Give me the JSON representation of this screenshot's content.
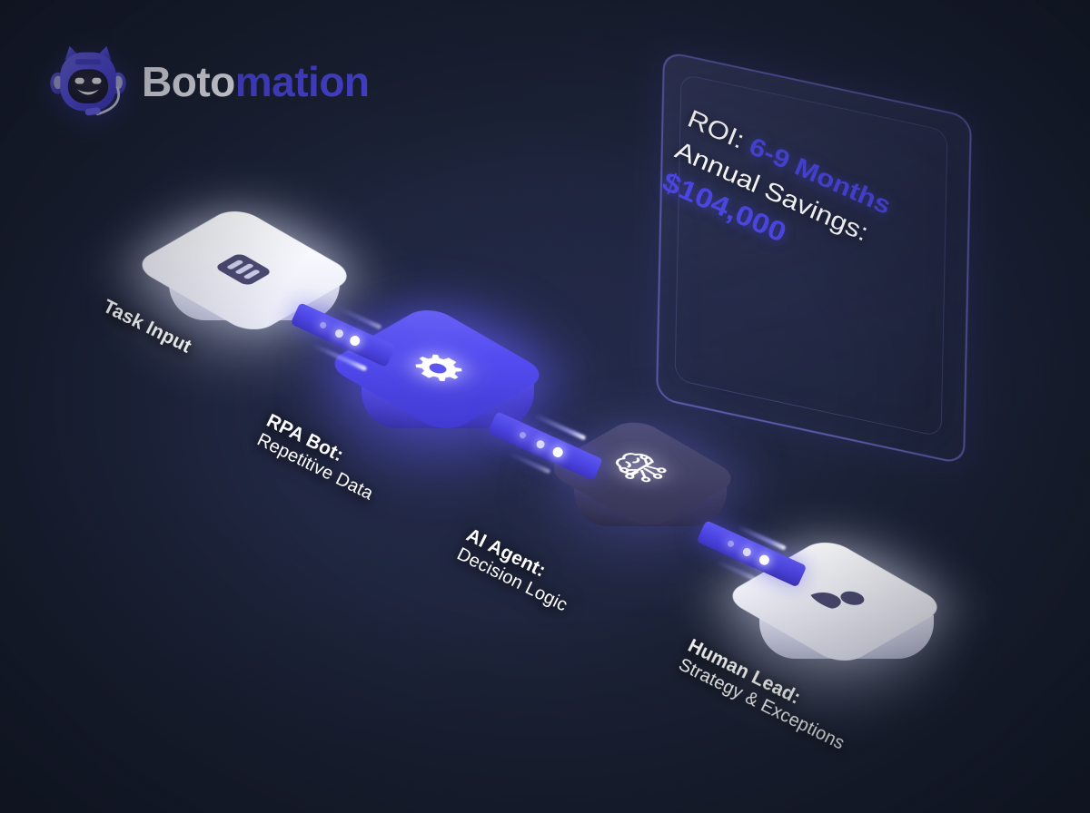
{
  "brand": {
    "name_white": "Boto",
    "name_accent": "mation",
    "logo_icon": "robot-head-headset-icon",
    "accent_color": "#4b46e0",
    "white_color": "#f4f5fb"
  },
  "roi_panel": {
    "line1_label": "ROI:",
    "line1_value": "6-9 Months",
    "line2_label": "Annual Savings:",
    "line2_value": "$104,000",
    "value_color": "#4b46e0",
    "label_color": "#ffffff",
    "border_color": "#7c78e6"
  },
  "background": {
    "base_color": "#1a2132",
    "glow_color": "#202741"
  },
  "nodes": [
    {
      "id": "task-input",
      "title": "Task Input",
      "subtitle": "",
      "icon": "document-lines-icon",
      "style": "white",
      "color": "#ffffff"
    },
    {
      "id": "rpa-bot",
      "title": "RPA Bot:",
      "subtitle": "Repetitive Data",
      "icon": "gear-icon",
      "style": "indigo",
      "color": "#544cf0"
    },
    {
      "id": "ai-agent",
      "title": "AI Agent:",
      "subtitle": "Decision Logic",
      "icon": "brain-circuit-icon",
      "style": "slate",
      "color": "#444368"
    },
    {
      "id": "human-lead",
      "title": "Human Lead:",
      "subtitle": "Strategy & Exceptions",
      "icon": "person-icon",
      "style": "white",
      "color": "#ffffff"
    }
  ],
  "connectors": [
    {
      "id": "conn-task-to-rpa",
      "from": "task-input",
      "to": "rpa-bot",
      "color": "#4c44e2"
    },
    {
      "id": "conn-rpa-to-ai",
      "from": "rpa-bot",
      "to": "ai-agent",
      "color": "#4c44e2"
    },
    {
      "id": "conn-ai-to-human",
      "from": "ai-agent",
      "to": "human-lead",
      "color": "#4c44e2"
    }
  ]
}
